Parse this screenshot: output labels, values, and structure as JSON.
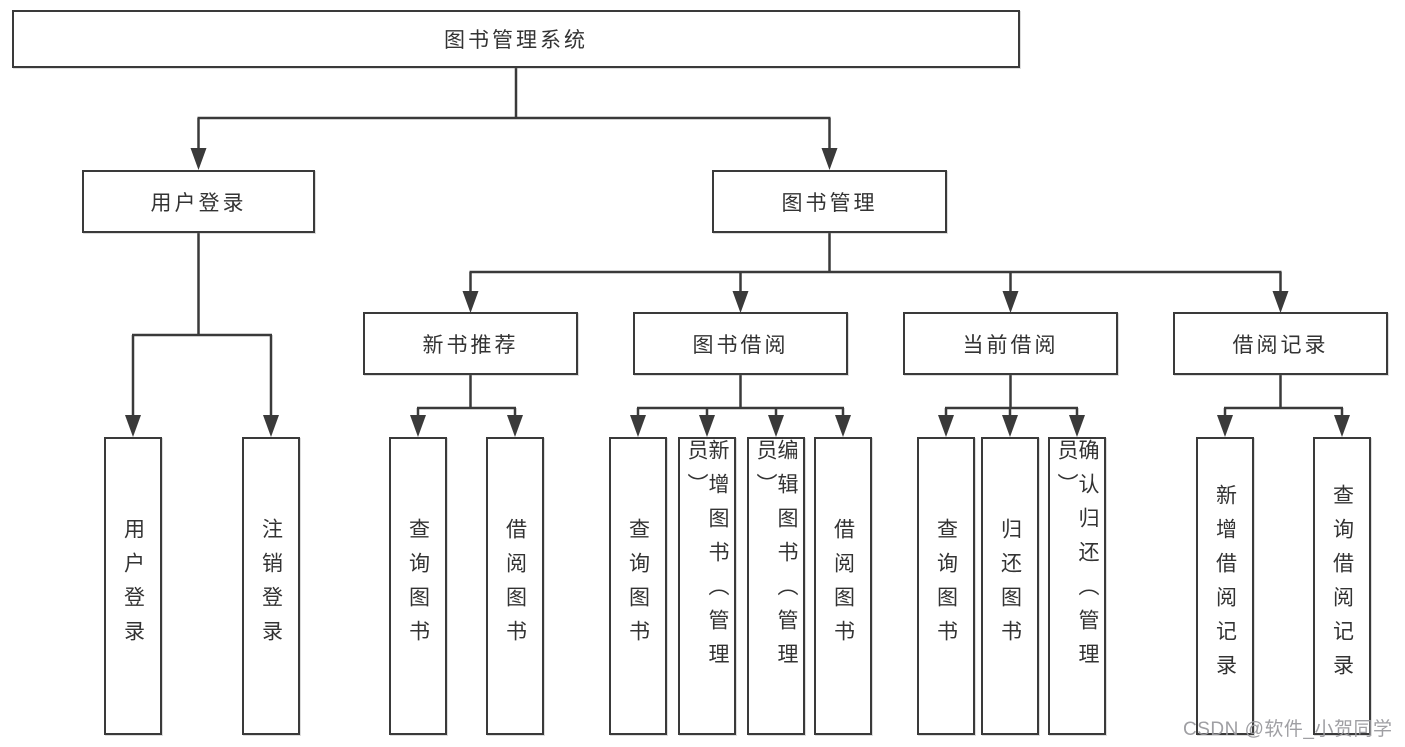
{
  "diagram_title": "图书管理系统",
  "nodes": {
    "root": {
      "label": "图书管理系统"
    },
    "user_login": {
      "label": "用户登录"
    },
    "book_mgmt": {
      "label": "图书管理"
    },
    "new_book_rec": {
      "label": "新书推荐"
    },
    "book_borrow": {
      "label": "图书借阅"
    },
    "current_borrow": {
      "label": "当前借阅"
    },
    "borrow_record": {
      "label": "借阅记录"
    },
    "leaf_user_login": {
      "label": "用户登录"
    },
    "leaf_logout": {
      "label": "注销登录"
    },
    "leaf_rec_query_book": {
      "label": "查询图书"
    },
    "leaf_rec_borrow_book": {
      "label": "借阅图书"
    },
    "leaf_bb_query_book": {
      "label": "查询图书"
    },
    "leaf_bb_add_book": {
      "label": "新增图书（管理员）"
    },
    "leaf_bb_edit_book": {
      "label": "编辑图书（管理员）"
    },
    "leaf_bb_borrow_book": {
      "label": "借阅图书"
    },
    "leaf_cb_query_book": {
      "label": "查询图书"
    },
    "leaf_cb_return_book": {
      "label": "归还图书"
    },
    "leaf_cb_confirm_return": {
      "label": "确认归还（管理员）"
    },
    "leaf_br_add_record": {
      "label": "新增借阅记录"
    },
    "leaf_br_query_record": {
      "label": "查询借阅记录"
    }
  },
  "hierarchy": {
    "图书管理系统": [
      "用户登录",
      "图书管理"
    ],
    "用户登录": [
      "用户登录",
      "注销登录"
    ],
    "图书管理": [
      "新书推荐",
      "图书借阅",
      "当前借阅",
      "借阅记录"
    ],
    "新书推荐": [
      "查询图书",
      "借阅图书"
    ],
    "图书借阅": [
      "查询图书",
      "新增图书（管理员）",
      "编辑图书（管理员）",
      "借阅图书"
    ],
    "当前借阅": [
      "查询图书",
      "归还图书",
      "确认归还（管理员）"
    ],
    "借阅记录": [
      "新增借阅记录",
      "查询借阅记录"
    ]
  },
  "watermark": {
    "text": "CSDN @软件_小贺同学"
  },
  "colors": {
    "line": "#3a3a3a",
    "box_border": "#3a3a3a",
    "box_fill": "#ffffff",
    "text": "#333333",
    "watermark": "#9a9a9e",
    "background": "#ffffff"
  }
}
